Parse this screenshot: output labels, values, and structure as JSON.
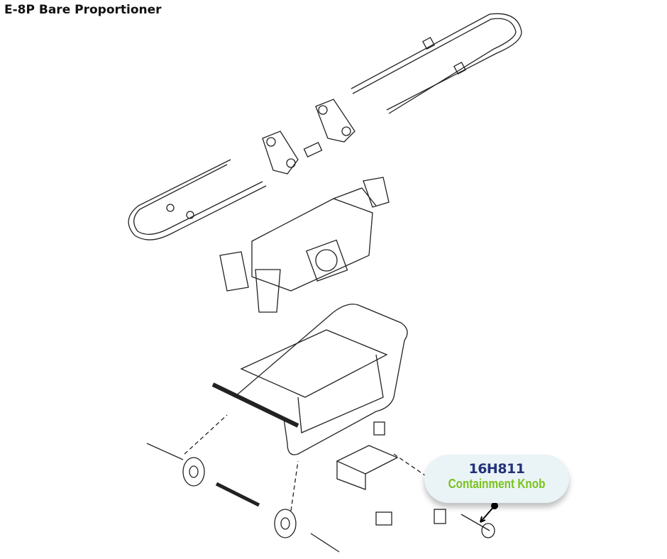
{
  "title": "E-8P Bare Proportioner",
  "callout": {
    "part_number": "16H811",
    "part_name": "Containment Knob"
  },
  "colors": {
    "part_number": "#24327a",
    "part_name": "#7ac31c",
    "callout_bg": "#eaf4f6"
  }
}
